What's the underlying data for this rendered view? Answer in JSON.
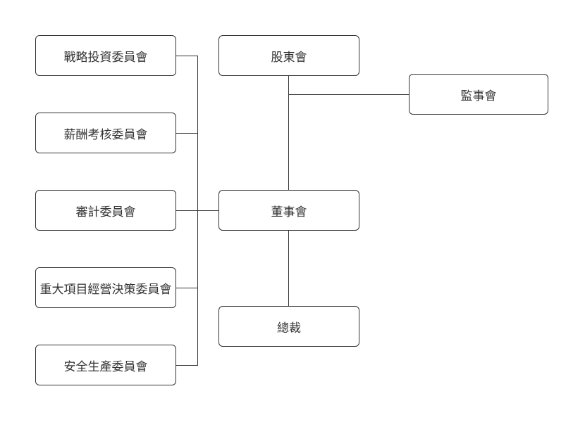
{
  "diagram": {
    "type": "org-chart",
    "colors": {
      "background": "#ffffff",
      "line": "#333333",
      "node_border": "#333333",
      "node_fill": "#ffffff",
      "node_text": "#333333"
    },
    "nodes": {
      "shareholders": "股東會",
      "supervisors": "監事會",
      "board": "董事會",
      "president": "總裁",
      "strategic": "戰略投資委員會",
      "compensation": "薪酬考核委員會",
      "audit": "審計委員會",
      "major_project": "重大項目經營決策委員會",
      "safety": "安全生產委員會"
    },
    "edges": [
      {
        "from": "shareholders",
        "to": "board"
      },
      {
        "from": "shareholders",
        "to": "supervisors"
      },
      {
        "from": "board",
        "to": "president"
      },
      {
        "from": "board",
        "to": "strategic"
      },
      {
        "from": "board",
        "to": "compensation"
      },
      {
        "from": "board",
        "to": "audit"
      },
      {
        "from": "board",
        "to": "major_project"
      },
      {
        "from": "board",
        "to": "safety"
      }
    ]
  }
}
